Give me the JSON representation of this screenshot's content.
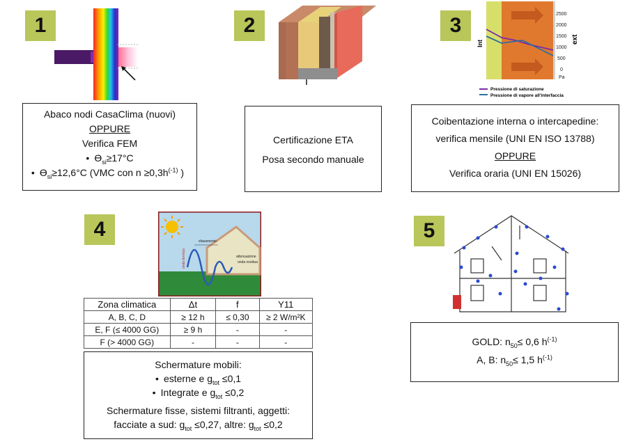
{
  "panels": {
    "p1": {
      "number": "1",
      "line1": "Abaco nodi CasaClima (nuovi)",
      "or": "OPPURE",
      "line2": "Verifica FEM",
      "b1_sym": "ϴ",
      "b1_sub": "si",
      "b1_rest": "≥17°C",
      "b2_sym": "ϴ",
      "b2_sub": "si",
      "b2_rest": "≥12,6°C  (VMC con n ≥0,3h",
      "b2_sup": "(-1)",
      "b2_end": " )"
    },
    "p2": {
      "number": "2",
      "line1": "Certificazione ETA",
      "line2": "Posa secondo manuale"
    },
    "p3": {
      "number": "3",
      "line1": "Coibentazione interna o intercapedine:",
      "line2": "verifica mensile (UNI EN ISO 13788)",
      "or": "OPPURE",
      "line3": "Verifica oraria (UNI EN 15026)",
      "chart": {
        "label_int": "Int",
        "label_ext": "ext",
        "unit": "Pa",
        "ticks": [
          "2500",
          "2000",
          "1500",
          "1000",
          "500",
          "0"
        ],
        "legend_sat": "Pressione di saturazione",
        "legend_vap": "Pressione di vapore all'interfaccia",
        "color_sat": "#7a2aa8",
        "color_vap": "#2e6e9e"
      }
    },
    "p4": {
      "number": "4",
      "illus": {
        "label_sfasamento": "sfasamento",
        "label_attenuazione": "attenuazione",
        "label_onda_residua": "onda residua",
        "label_onda_termica": "onda termica"
      },
      "table": {
        "header": [
          "Zona climatica",
          "Δt",
          "f",
          "Y11"
        ],
        "rows": [
          [
            "A, B, C, D",
            "≥ 12 h",
            "≤ 0,30",
            "≥ 2 W/m²K"
          ],
          [
            "E, F (≤ 4000 GG)",
            "≥  9 h",
            "-",
            "-"
          ],
          [
            "F  (> 4000 GG)",
            "-",
            "-",
            "-"
          ]
        ]
      },
      "mobile_title": "Schermature mobili:",
      "m1_pre": "esterne e g",
      "m1_sub": "tot",
      "m1_post": " ≤0,1",
      "m2_pre": "Integrate e g",
      "m2_sub": "tot",
      "m2_post": " ≤0,2",
      "fixed_line1": "Schermature fisse, sistemi filtranti, aggetti:",
      "f_pre": "facciate a sud: g",
      "f_sub1": "tot",
      "f_mid": " ≤0,27, altre: g",
      "f_sub2": "tot",
      "f_post": " ≤0,2"
    },
    "p5": {
      "number": "5",
      "g_pre": "GOLD: n",
      "g_sub": "50",
      "g_mid": "≤ 0,6 h",
      "g_sup": "(-1)",
      "a_pre": "A, B: n",
      "a_sub": "50",
      "a_mid": "≤ 1,5 h",
      "a_sup": "(-1)"
    }
  }
}
